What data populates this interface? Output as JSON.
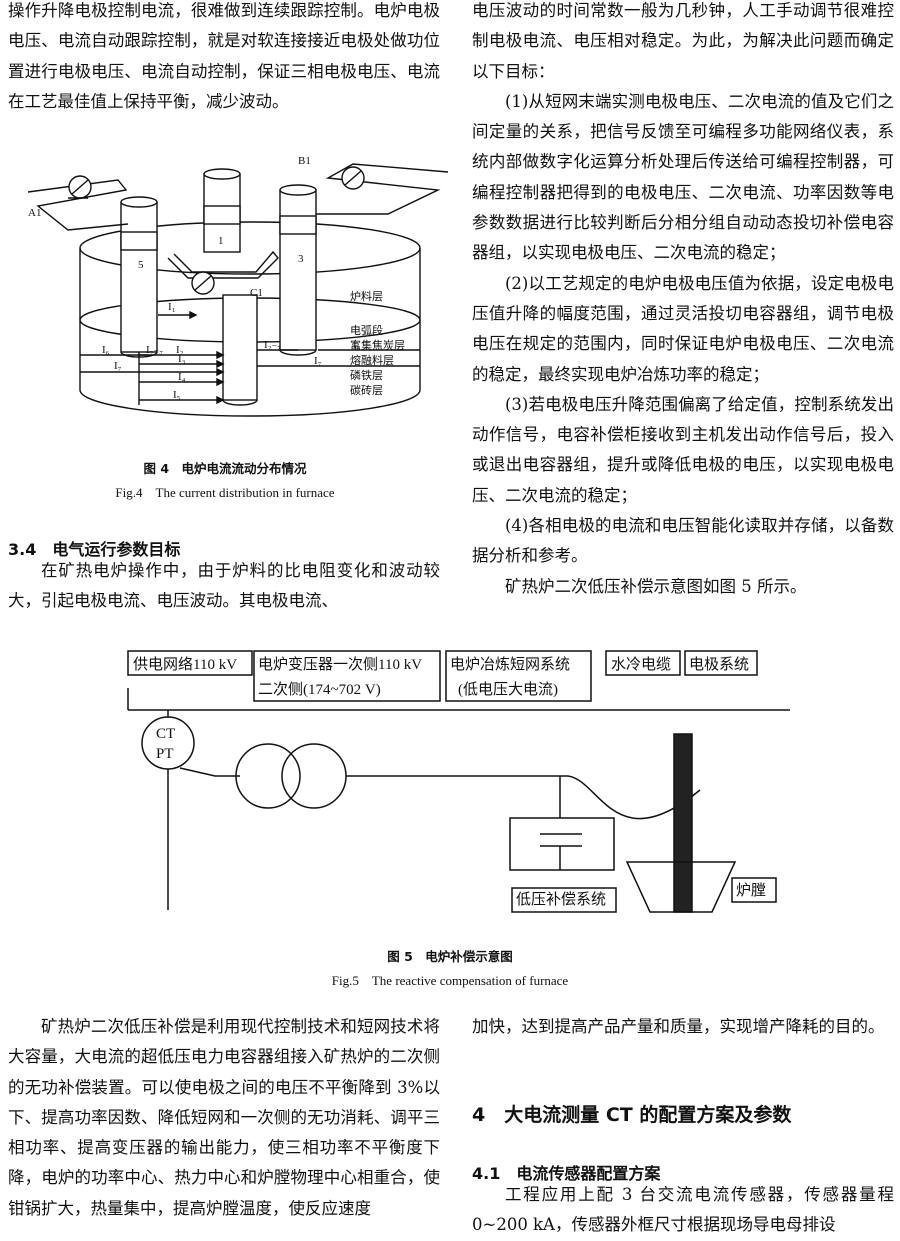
{
  "left_top": {
    "p1": "操作升降电极控制电流，很难做到连续跟踪控制。电炉电极电压、电流自动跟踪控制，就是对软连接接近电极处做功位置进行电极电压、电流自动控制，保证三相电极电压、电流在工艺最佳值上保持平衡，减少波动。"
  },
  "fig4": {
    "labels": {
      "A1": "A1",
      "B1": "B1",
      "C1": "C1",
      "e1": "1",
      "e3": "3",
      "e5": "5",
      "I1": "I₁",
      "I2": "I₂",
      "I3": "I₃",
      "I4": "I₄",
      "I5": "I₅",
      "I6": "I₆",
      "I7": "I₇",
      "I27": "I₂₋₇",
      "layer1": "炉料层",
      "layer2": "电弧段",
      "layer3": "富集焦炭层",
      "layer4": "熔融料层",
      "layer5": "磷铁层",
      "layer6": "碳砖层"
    },
    "caption_cn": "图 4　电炉电流流动分布情况",
    "caption_en": "Fig.4　The current distribution in furnace"
  },
  "sec34": {
    "heading": "3.4　电气运行参数目标",
    "p1": "在矿热电炉操作中，由于炉料的比电阻变化和波动较大，引起电极电流、电压波动。其电极电流、"
  },
  "right_top": {
    "p0": "电压波动的时间常数一般为几秒钟，人工手动调节很难控制电极电流、电压相对稳定。为此，为解决此问题而确定以下目标：",
    "g1": "(1)从短网末端实测电极电压、二次电流的值及它们之间定量的关系，把信号反馈至可编程多功能网络仪表，系统内部做数字化运算分析处理后传送给可编程控制器，可编程控制器把得到的电极电压、二次电流、功率因数等电参数数据进行比较判断后分相分组自动动态投切补偿电容器组，以实现电极电压、二次电流的稳定；",
    "g2": "(2)以工艺规定的电炉电极电压值为依据，设定电极电压值升降的幅度范围，通过灵活投切电容器组，调节电极电压在规定的范围内，同时保证电炉电极电压、二次电流的稳定，最终实现电炉冶炼功率的稳定；",
    "g3": "(3)若电极电压升降范围偏离了给定值，控制系统发出动作信号，电容补偿柜接收到主机发出动作信号后，投入或退出电容器组，提升或降低电极的电压，以实现电极电压、二次电流的稳定；",
    "g4": "(4)各相电极的电流和电压智能化读取并存储，以备数据分析和参考。",
    "p5": "矿热炉二次低压补偿示意图如图 5 所示。"
  },
  "fig5": {
    "box1": "供电网络110 kV",
    "box2a": "电炉变压器一次侧110 kV",
    "box2b": "二次侧(174~702 V)",
    "box3a": "电炉冶炼短网系统",
    "box3b": "(低电压大电流)",
    "box4": "水冷电缆",
    "box5": "电极系统",
    "ct": "CT",
    "pt": "PT",
    "comp": "低压补偿系统",
    "furnace": "炉膛",
    "caption_cn": "图 5　电炉补偿示意图",
    "caption_en": "Fig.5　The reactive compensation of furnace"
  },
  "left_bottom": {
    "p1": "矿热炉二次低压补偿是利用现代控制技术和短网技术将大容量，大电流的超低压电力电容器组接入矿热炉的二次侧的无功补偿装置。可以使电极之间的电压不平衡降到 3%以下、提高功率因数、降低短网和一次侧的无功消耗、调平三相功率、提高变压器的输出能力，使三相功率不平衡度下降，电炉的功率中心、热力中心和炉膛物理中心相重合，使钳锅扩大，热量集中，提高炉膛温度，使反应速度"
  },
  "right_bottom": {
    "p1": "加快，达到提高产品产量和质量，实现增产降耗的目的。",
    "h4": "4　大电流测量 CT 的配置方案及参数",
    "h41": "4.1　电流传感器配置方案",
    "p2": "工程应用上配 3 台交流电流传感器，传感器量程 0~200 kA，传感器外框尺寸根据现场导电母排设"
  }
}
